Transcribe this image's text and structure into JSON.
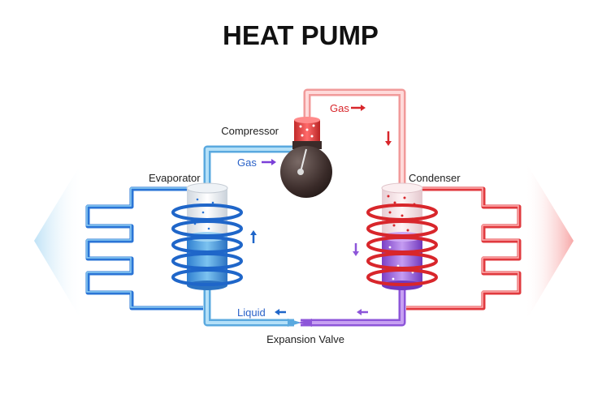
{
  "title": "HEAT PUMP",
  "labels": {
    "compressor": "Compressor",
    "evaporator": "Evaporator",
    "condenser": "Condenser",
    "gas_low": "Gas",
    "gas_high": "Gas",
    "liquid": "Liquid",
    "expansion_valve": "Expansion Valve"
  },
  "colors": {
    "cold": "#2a74d6",
    "hot": "#e0393e",
    "mixed": "#8a4fd8",
    "arrow_cold": "#6fb7ea",
    "arrow_hot": "#f48c8c"
  }
}
